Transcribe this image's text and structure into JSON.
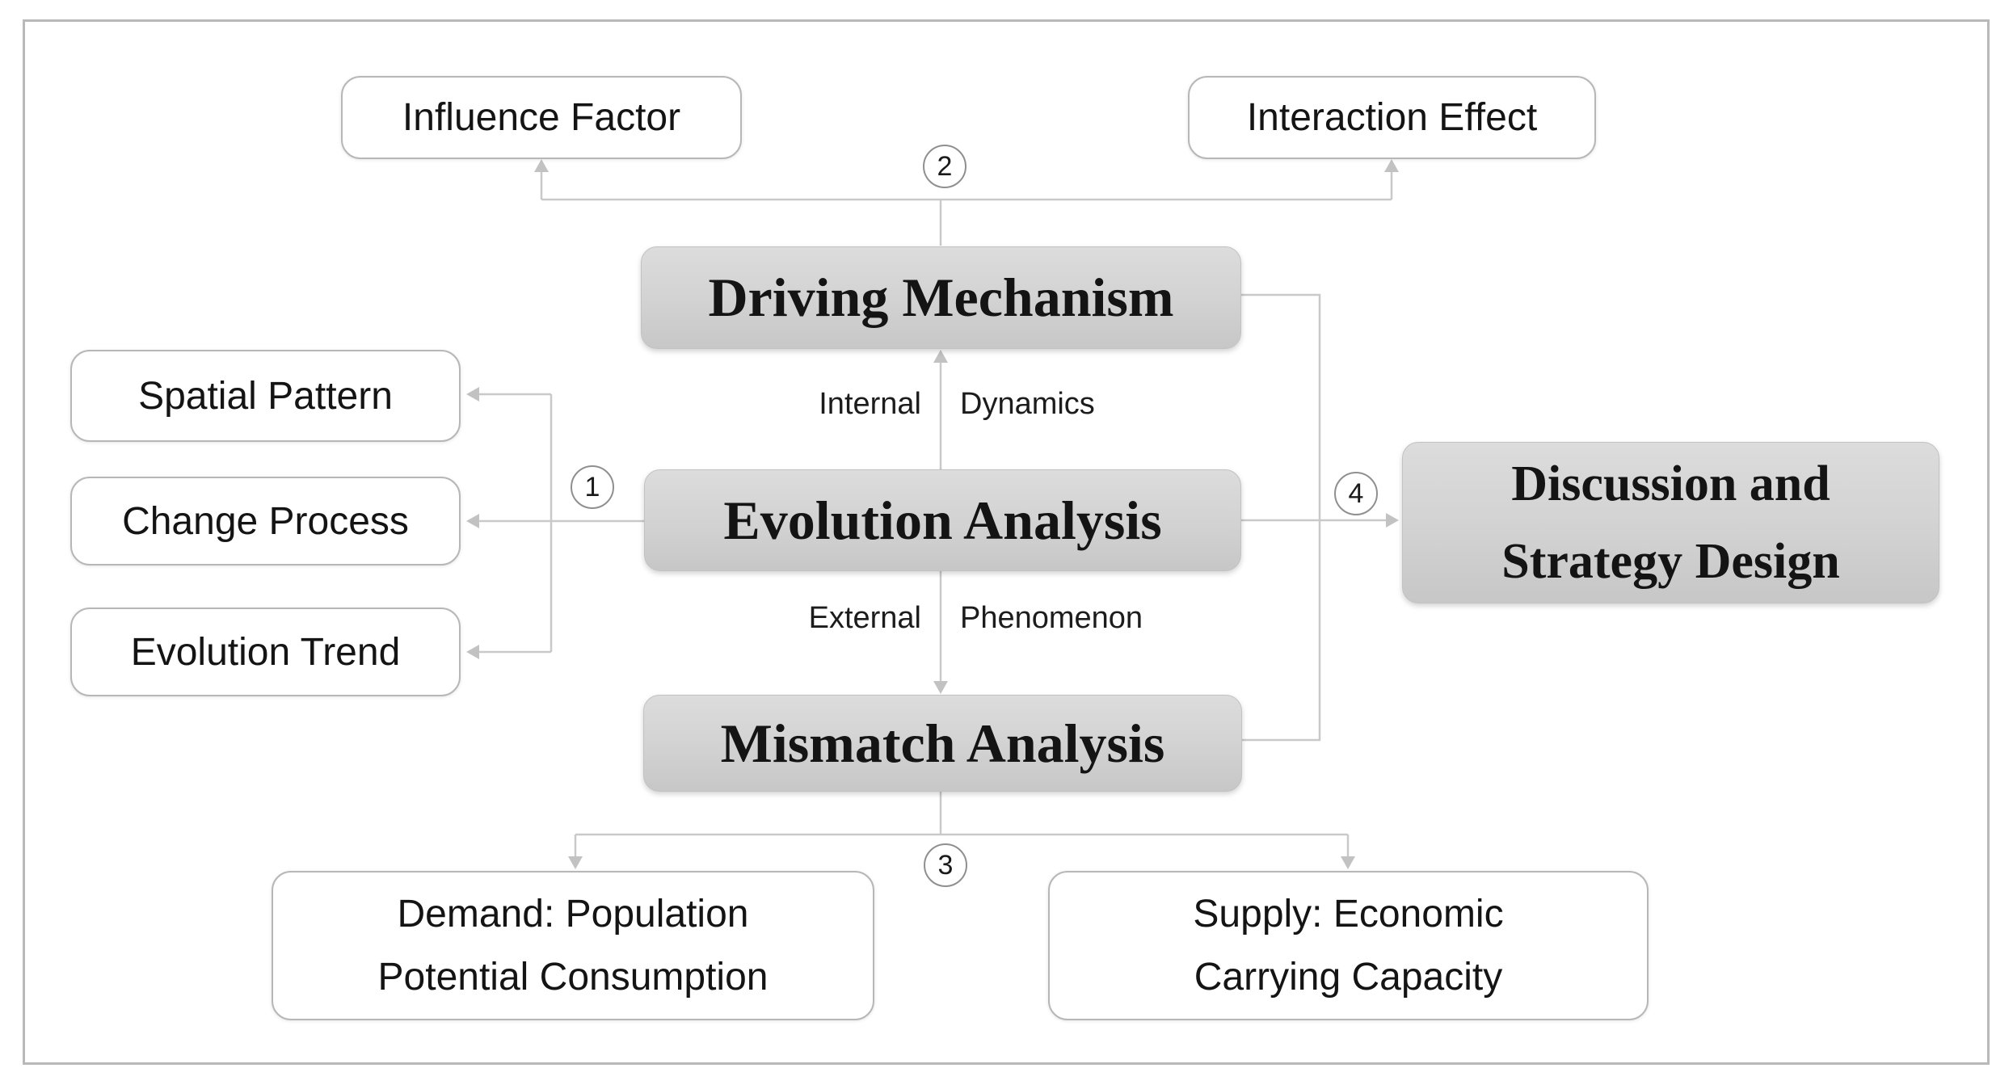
{
  "diagram": {
    "boxes": {
      "influence_factor": "Influence Factor",
      "interaction_effect": "Interaction Effect",
      "driving_mechanism": "Driving Mechanism",
      "evolution_analysis": "Evolution Analysis",
      "mismatch_analysis": "Mismatch Analysis",
      "discussion_line1": "Discussion and",
      "discussion_line2": "Strategy Design",
      "spatial_pattern": "Spatial Pattern",
      "change_process": "Change Process",
      "evolution_trend": "Evolution Trend",
      "demand_line1": "Demand: Population",
      "demand_line2": "Potential Consumption",
      "supply_line1": "Supply: Economic",
      "supply_line2": "Carrying Capacity"
    },
    "edge_labels": {
      "internal": "Internal",
      "dynamics": "Dynamics",
      "external": "External",
      "phenomenon": "Phenomenon"
    },
    "step_markers": {
      "one": "1",
      "two": "2",
      "three": "3",
      "four": "4"
    },
    "colors": {
      "gray_box_top": "#dcdcdc",
      "gray_box_bottom": "#c7c7c7",
      "connector_line": "#c9c9c9",
      "arrowhead": "#c2c2c2",
      "white_box_border": "#b7b7b7",
      "frame_border": "#b9b9b9",
      "text": "#141414"
    }
  }
}
